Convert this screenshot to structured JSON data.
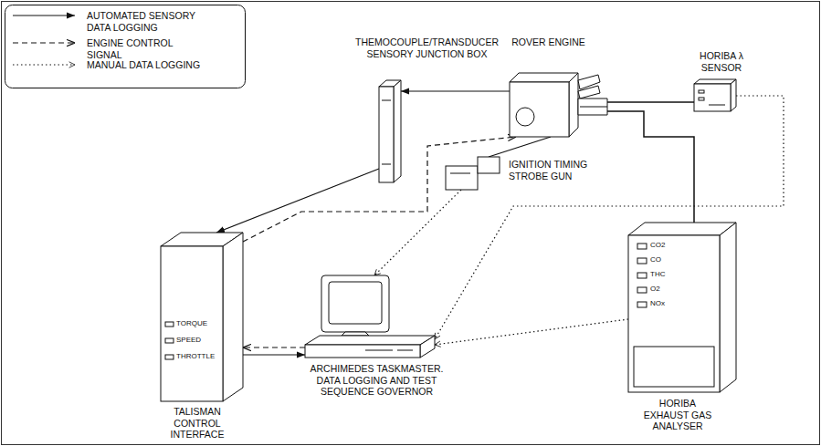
{
  "diagram": {
    "nodes": [
      {
        "text": [
          "THEMOCOUPLE/TRANSDUCER SENSORY JUNCTION BOX"
        ]
      },
      {
        "text": [
          "ROVER ENGINE"
        ]
      },
      {
        "text": [
          "HORIBA λ SENSOR"
        ]
      },
      {
        "text": [
          "IGNITION TIMING STROBE GUN"
        ]
      },
      {
        "text": [
          "TORQUE",
          "SPEED",
          "THROTTLE",
          "TALISMAN CONTROL INTERFACE"
        ]
      },
      {
        "text": [
          "ARCHIMEDES TASKMASTER. DATA LOGGING AND TEST SEQUENCE GOVERNOR"
        ]
      },
      {
        "text": [
          "CO2",
          "CO",
          "THC",
          "O2",
          "NOx",
          "HORIBA EXHAUST GAS ANALYSER"
        ]
      }
    ],
    "edges": [
      {
        "from": 0,
        "to": 4,
        "arrow": "to"
      },
      {
        "from": 1,
        "to": 0,
        "arrow": "to"
      },
      {
        "from": 4,
        "to": 1,
        "arrow": "to"
      },
      {
        "from": 5,
        "to": 4,
        "arrow": "to"
      },
      {
        "from": 4,
        "to": 5,
        "arrow": "to"
      },
      {
        "from": 1,
        "to": 2,
        "arrow": "none"
      },
      {
        "from": 1,
        "to": 6,
        "arrow": "none"
      },
      {
        "from": 3,
        "to": 1,
        "arrow": "none"
      },
      {
        "from": 2,
        "to": 5,
        "arrow": "to"
      },
      {
        "from": 6,
        "to": 5,
        "arrow": "to"
      },
      {
        "from": 3,
        "to": 5,
        "arrow": "to"
      }
    ],
    "legend": [
      {
        "text": "AUTOMATED SENSORY DATA LOGGING"
      },
      {
        "text": "ENGINE CONTROL SIGNAL"
      },
      {
        "text": "MANUAL DATA LOGGING"
      }
    ]
  }
}
